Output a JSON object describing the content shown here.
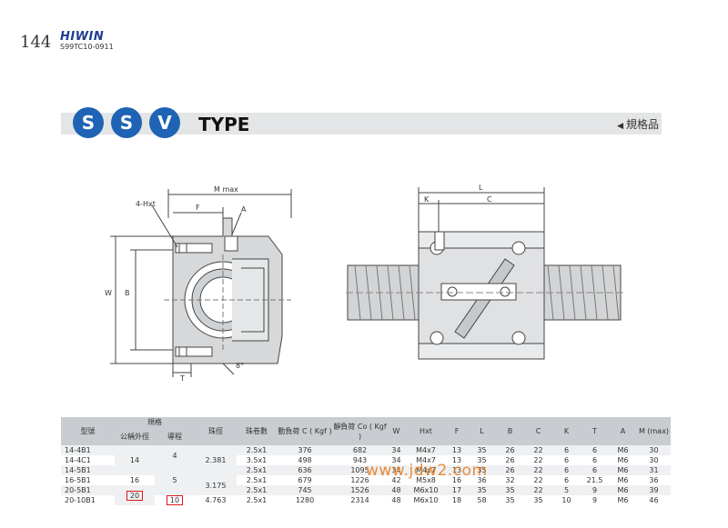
{
  "header": {
    "page_number": "144",
    "brand": "HIWIN",
    "code": "S99TC10-0911"
  },
  "type_bar": {
    "letters": [
      "S",
      "S",
      "V"
    ],
    "title": "TYPE",
    "spec_label": "規格品"
  },
  "drawing_front": {
    "labels": {
      "m_max": "M max",
      "f": "F",
      "hxt": "4-Hxt",
      "a": "A",
      "w": "W",
      "b": "B",
      "t": "T",
      "angle": "8°"
    }
  },
  "drawing_side": {
    "labels": {
      "l": "L",
      "k": "K",
      "c": "C"
    }
  },
  "table": {
    "group_header": "規格",
    "headers": {
      "model": "型號",
      "dia": "公稱外徑",
      "lead": "導程",
      "ball": "珠徑",
      "turns": "珠卷數",
      "dyn": "動負荷 C ( Kgf )",
      "stat": "靜負荷 Co ( Kgf )",
      "w": "W",
      "hxt": "Hxt",
      "f": "F",
      "l": "L",
      "b": "B",
      "c": "C",
      "k": "K",
      "t": "T",
      "a": "A",
      "m": "M (max)"
    },
    "rows": [
      {
        "model": "14-4B1",
        "turns": "2.5x1",
        "dyn": "376",
        "stat": "682",
        "w": "34",
        "hxt": "M4x7",
        "f": "13",
        "l": "35",
        "b": "26",
        "c": "22",
        "k": "6",
        "t": "6",
        "a": "M6",
        "m": "30"
      },
      {
        "model": "14-4C1",
        "turns": "3.5x1",
        "dyn": "498",
        "stat": "943",
        "w": "34",
        "hxt": "M4x7",
        "f": "13",
        "l": "35",
        "b": "26",
        "c": "22",
        "k": "6",
        "t": "6",
        "a": "M6",
        "m": "30"
      },
      {
        "model": "14-5B1",
        "turns": "2.5x1",
        "dyn": "636",
        "stat": "1095",
        "w": "34",
        "hxt": "M4x7",
        "f": "13",
        "l": "35",
        "b": "26",
        "c": "22",
        "k": "6",
        "t": "6",
        "a": "M6",
        "m": "31"
      },
      {
        "model": "16-5B1",
        "turns": "2.5x1",
        "dyn": "679",
        "stat": "1226",
        "w": "42",
        "hxt": "M5x8",
        "f": "16",
        "l": "36",
        "b": "32",
        "c": "22",
        "k": "6",
        "t": "21.5",
        "a": "M6",
        "m": "36"
      },
      {
        "model": "20-5B1",
        "turns": "2.5x1",
        "dyn": "745",
        "stat": "1526",
        "w": "48",
        "hxt": "M6x10",
        "f": "17",
        "l": "35",
        "b": "35",
        "c": "22",
        "k": "5",
        "t": "9",
        "a": "M6",
        "m": "39"
      },
      {
        "model": "20-10B1",
        "turns": "2.5x1",
        "dyn": "1280",
        "stat": "2314",
        "w": "48",
        "hxt": "M6x10",
        "f": "18",
        "l": "58",
        "b": "35",
        "c": "35",
        "k": "10",
        "t": "9",
        "a": "M6",
        "m": "46"
      }
    ],
    "dia_groups": [
      "14",
      "16",
      "20"
    ],
    "lead_groups": [
      "4",
      "5",
      "10"
    ],
    "ball_groups": [
      "2.381",
      "3.175",
      "4.763"
    ]
  },
  "watermark": "www.jdw2.com"
}
